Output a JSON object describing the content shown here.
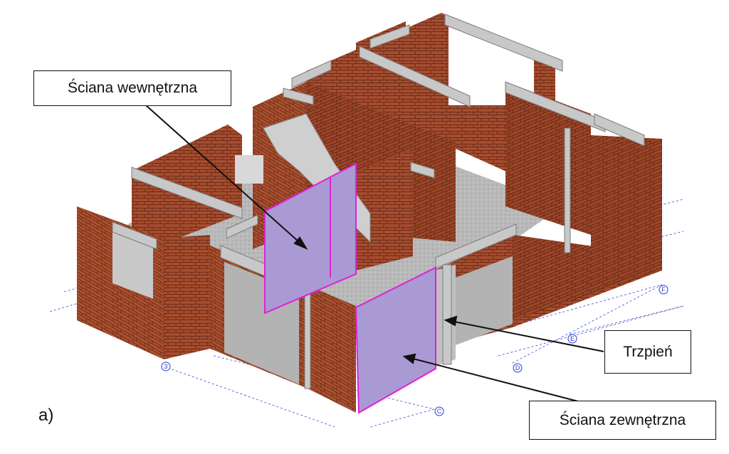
{
  "labels": {
    "inner_wall": "Ściana wewnętrzna",
    "pillar": "Trzpień",
    "outer_wall": "Ściana zewnętrzna",
    "panel": "a)"
  },
  "grid_markers": [
    "3",
    "C",
    "D",
    "E",
    "F"
  ],
  "colors": {
    "brick": "#a24b2e",
    "mortar": "#6b2c17",
    "concrete": "#c4c4c4",
    "highlight_fill": "#a99ad4",
    "highlight_edge": "#e020d8",
    "grid_line": "#3848d8"
  }
}
